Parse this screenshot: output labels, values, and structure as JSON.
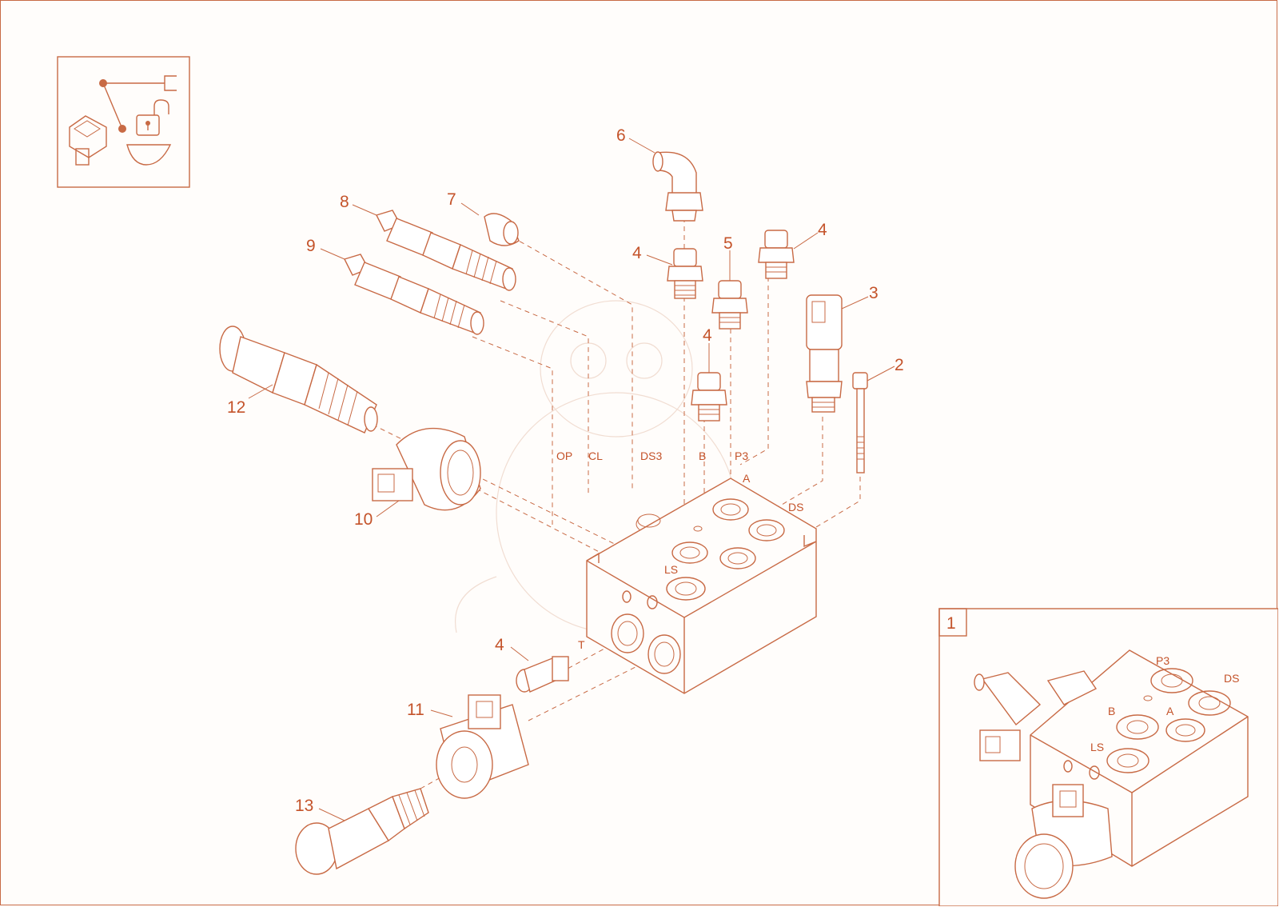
{
  "callouts": {
    "c1": "1",
    "c2": "2",
    "c3": "3",
    "c4": "4",
    "c5": "5",
    "c6": "6",
    "c7": "7",
    "c8": "8",
    "c9": "9",
    "c10": "10",
    "c11": "11",
    "c12": "12",
    "c13": "13"
  },
  "ports": {
    "op": "OP",
    "cl": "CL",
    "ds3": "DS3",
    "b": "B",
    "p3": "P3",
    "a": "A",
    "ds": "DS",
    "ls": "LS",
    "t": "T"
  },
  "inset": {
    "label": "1",
    "ports": {
      "p3": "P3",
      "ds": "DS",
      "b": "B",
      "a": "A",
      "ls": "LS"
    }
  },
  "icons": [
    "seat-switch-icon",
    "linkage-icon",
    "unlock-icon",
    "bucket-icon"
  ],
  "colors": {
    "line": "#c86a45",
    "text": "#c4532a",
    "background": "#fffdfb"
  }
}
